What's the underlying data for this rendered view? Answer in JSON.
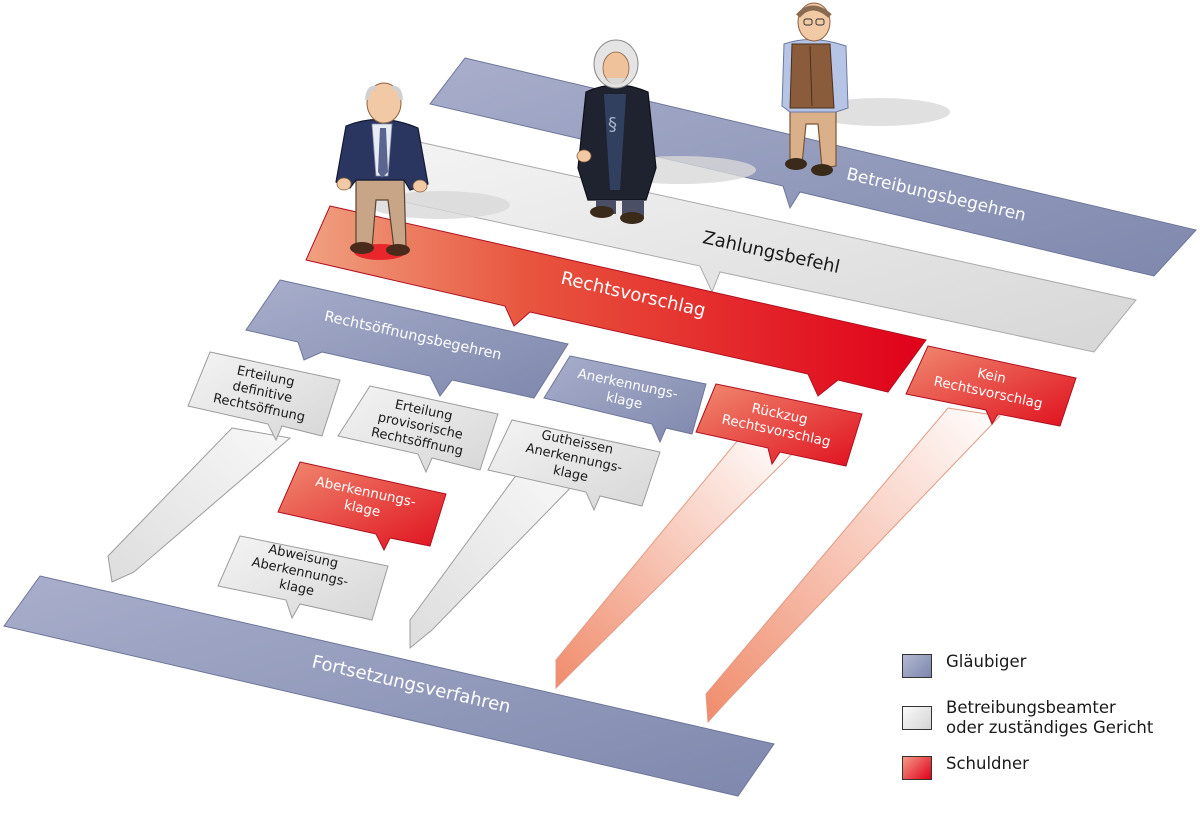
{
  "diagram": {
    "banners": {
      "betreibungsbegehren": "Betreibungsbegehren",
      "zahlungsbefehl": "Zahlungsbefehl",
      "rechtsvorschlag": "Rechtsvorschlag",
      "rechtsoeffnungsbegehren": "Rechtsöffnungsbegehren",
      "fortsetzungsverfahren": "Fortsetzungsverfahren"
    },
    "boxes": {
      "definitive": [
        "Erteilung",
        "definitive",
        "Rechtsöffnung"
      ],
      "provisorische": [
        "Erteilung",
        "provisorische",
        "Rechtsöffnung"
      ],
      "aberkennungsklage": [
        "Aberkennungs-",
        "klage"
      ],
      "abweisung": [
        "Abweisung",
        "Aberkennungs-",
        "klage"
      ],
      "anerkennungsklage": [
        "Anerkennungs-",
        "klage"
      ],
      "gutheissen": [
        "Gutheissen",
        "Anerkennungs-",
        "klage"
      ],
      "rueckzug": [
        "Rückzug",
        "Rechtsvorschlag"
      ],
      "kein": [
        "Kein",
        "Rechtsvorschlag"
      ]
    }
  },
  "legend": {
    "glaeubiger": "Gläubiger",
    "beamter": "Betreibungsbeamter\noder zuständiges Gericht",
    "schuldner": "Schuldner"
  },
  "colors": {
    "creditor": "#8c95b8",
    "official": "#e6e6e6",
    "debtor": "#e8262b"
  }
}
